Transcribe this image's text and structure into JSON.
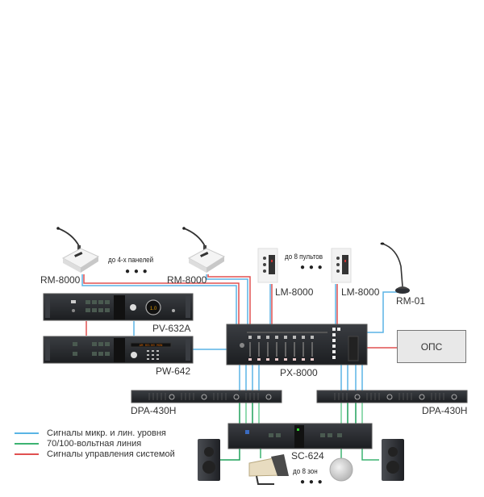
{
  "colors": {
    "signal_line": "#5ab4e5",
    "speaker_line": "#3cb371",
    "control_line": "#e05050",
    "rack_body": "#2a2d31",
    "ops_fill": "#e8e8e8"
  },
  "devices": {
    "rm8000_left": "RM-8000",
    "rm8000_right": "RM-8000",
    "lm8000_left": "LM-8000",
    "lm8000_right": "LM-8000",
    "rm01": "RM-01",
    "pv632a": "PV-632A",
    "pw642": "PW-642",
    "px8000": "PX-8000",
    "ops": "ОПС",
    "dpa430h_left": "DPA-430H",
    "dpa430h_right": "DPA-430H",
    "sc624": "SC-624"
  },
  "notes": {
    "panels": "до 4-х панелей",
    "consoles": "до 8 пультов",
    "zones": "до 8 зон",
    "ellipsis": "● ● ●"
  },
  "legend": [
    {
      "label": "Сигналы микр. и лин. уровня",
      "color": "#5ab4e5"
    },
    {
      "label": "70/100-вольтная линия",
      "color": "#3cb371"
    },
    {
      "label": "Сигналы управления системой",
      "color": "#e05050"
    }
  ]
}
